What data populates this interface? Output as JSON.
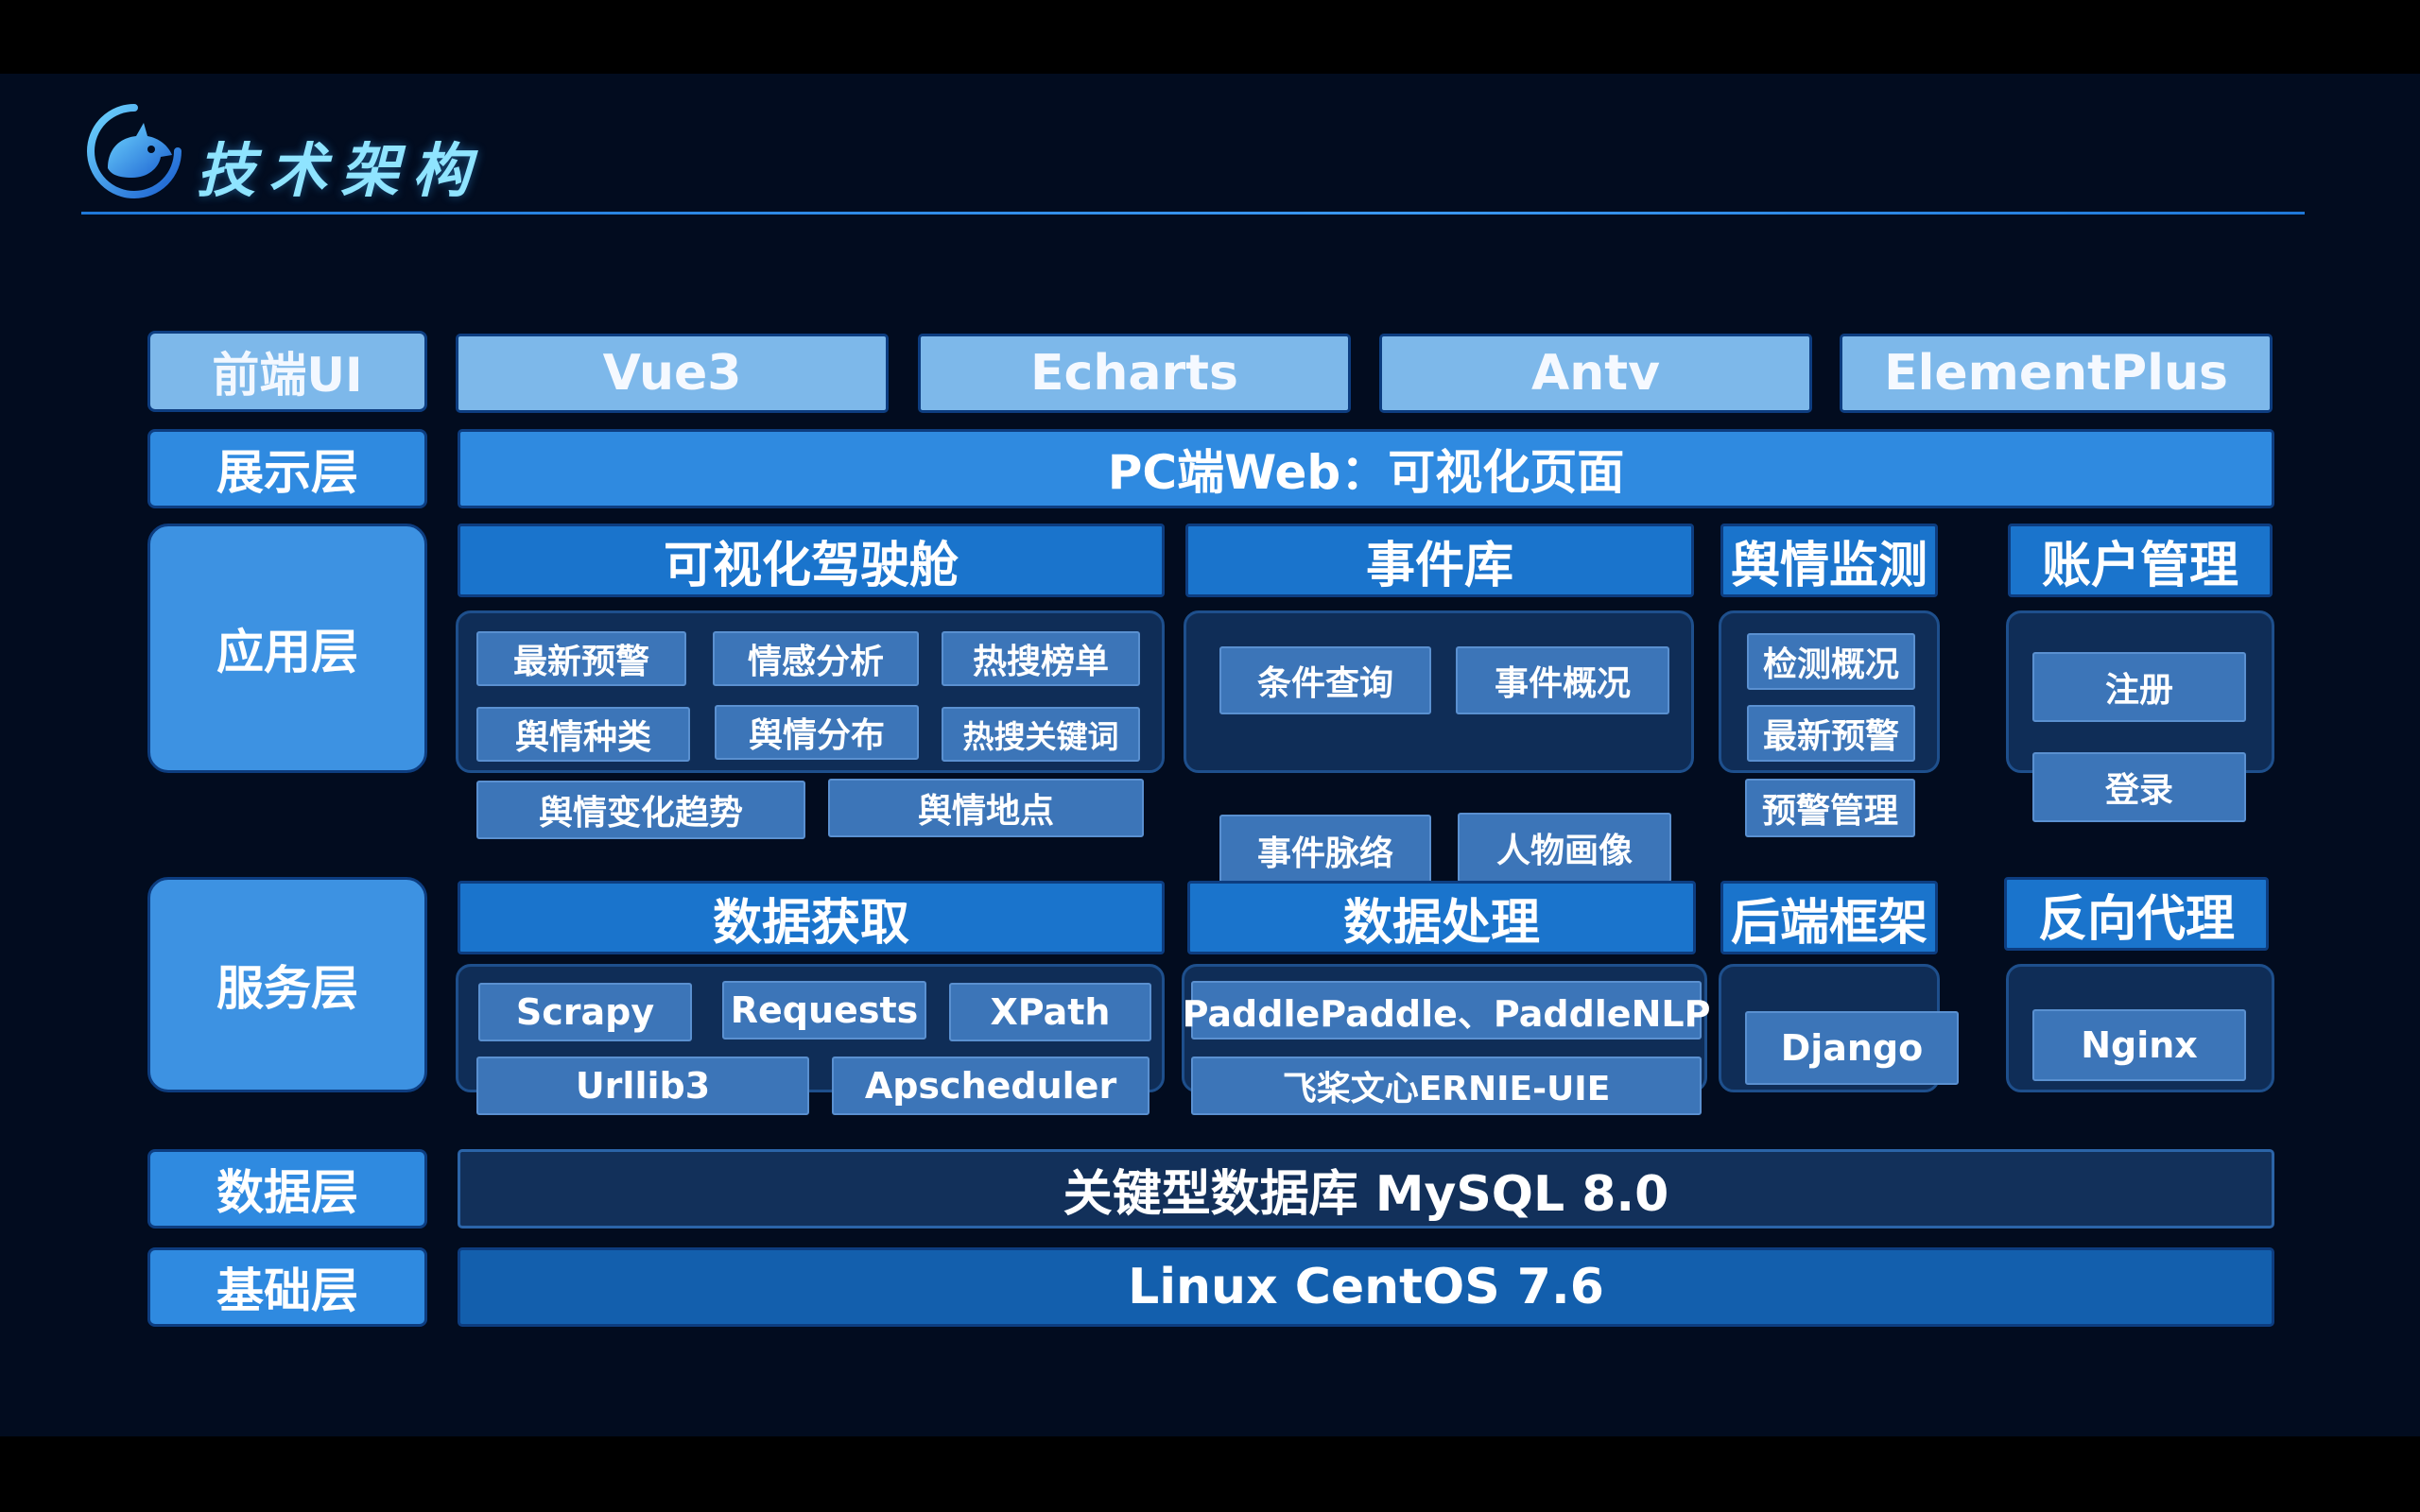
{
  "header": {
    "title": "技术架构",
    "logo_icon": "rhino-logo-icon"
  },
  "layers": {
    "frontend": {
      "label": "前端UI",
      "items": [
        "Vue3",
        "Echarts",
        "Antv",
        "ElementPlus"
      ]
    },
    "display": {
      "label": "展示层",
      "content": "PC端Web：可视化页面"
    },
    "application": {
      "label": "应用层",
      "groups": [
        {
          "title": "可视化驾驶舱",
          "items": [
            "最新预警",
            "情感分析",
            "热搜榜单",
            "舆情种类",
            "舆情分布",
            "热搜关键词",
            "舆情变化趋势",
            "舆情地点"
          ]
        },
        {
          "title": "事件库",
          "items": [
            "条件查询",
            "事件概况",
            "事件脉络",
            "人物画像"
          ]
        },
        {
          "title": "舆情监测",
          "items": [
            "检测概况",
            "最新预警",
            "预警管理"
          ]
        },
        {
          "title": "账户管理",
          "items": [
            "注册",
            "登录"
          ]
        }
      ]
    },
    "service": {
      "label": "服务层",
      "groups": [
        {
          "title": "数据获取",
          "items": [
            "Scrapy",
            "Requests",
            "XPath",
            "Urllib3",
            "Apscheduler"
          ]
        },
        {
          "title": "数据处理",
          "items": [
            "PaddlePaddle、PaddleNLP",
            "飞桨文心ERNIE-UIE"
          ]
        },
        {
          "title": "后端框架",
          "items": [
            "Django"
          ]
        },
        {
          "title": "反向代理",
          "items": [
            "Nginx"
          ]
        }
      ]
    },
    "data": {
      "label": "数据层",
      "content": "关键型数据库 MySQL 8.0"
    },
    "base": {
      "label": "基础层",
      "content": "Linux CentOS 7.6"
    }
  },
  "colors": {
    "background": "#020c1f",
    "title": "#8fe4ff",
    "accent_line": "#2f8ae0",
    "light_blue": "#7db8ea",
    "mid_blue": "#2f8ae0",
    "panel": "#0f2d57",
    "chip": "#3c75b8",
    "db_bar": "#12305a"
  }
}
